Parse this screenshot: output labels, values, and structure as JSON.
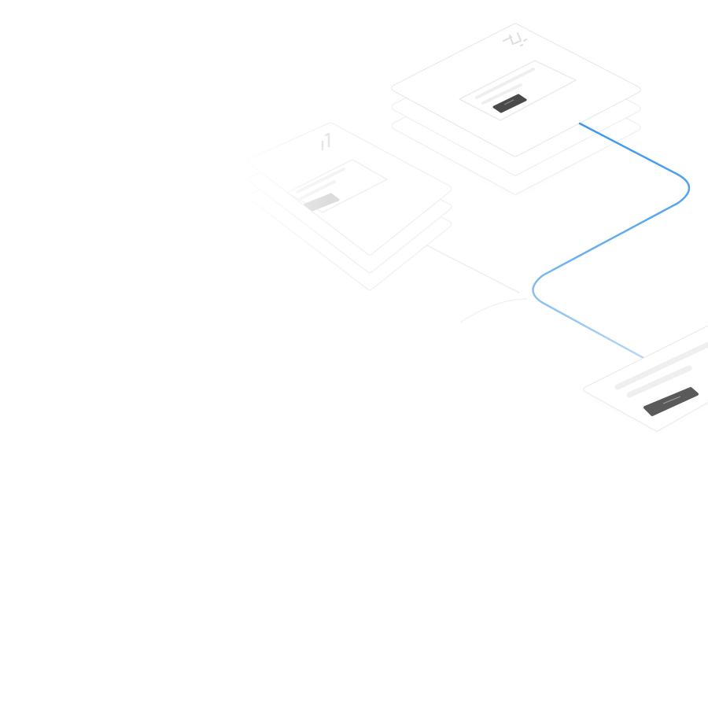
{
  "colors": {
    "background": "#ffffff",
    "card_fill": "#ffffff",
    "card_stroke": "#e8e8e8",
    "connector_start": "#3d97ee",
    "connector_end": "#b6d7f7",
    "button_dark": "#4a4a4a",
    "button_faded": "#dcdcdc",
    "placeholder_line": "#efefef"
  },
  "diagram": {
    "nodes": [
      {
        "id": "top-card",
        "icon": "plug-icon",
        "layers": 3
      },
      {
        "id": "left-card",
        "icon": "clip-icon",
        "layers": 3
      },
      {
        "id": "bottom-right-card",
        "layers": 1
      }
    ]
  }
}
